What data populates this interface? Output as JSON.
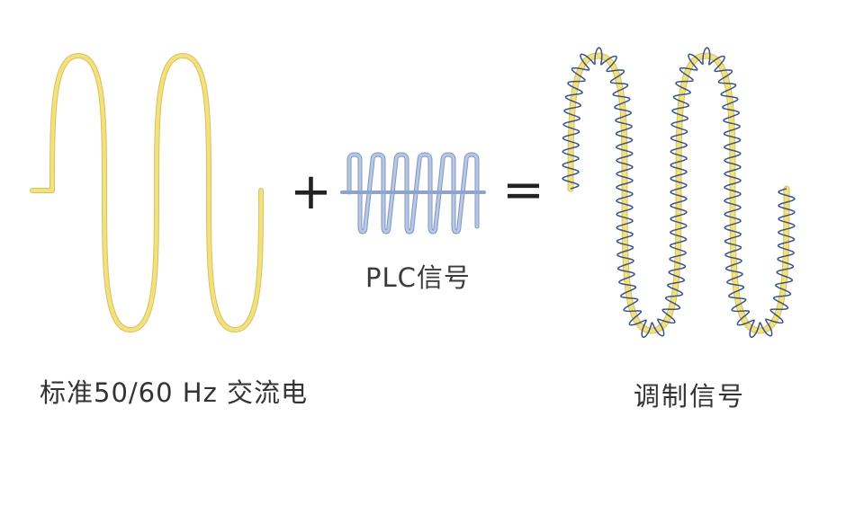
{
  "labels": {
    "ac": "标准50/60 Hz 交流电",
    "plc": "PLC信号",
    "modulated": "调制信号"
  },
  "operators": {
    "plus": "+",
    "equals": "="
  },
  "colors": {
    "sine_wave": "#f2de7a",
    "sine_wave_dark": "#d8c14f",
    "plc_signal": "#9fb4d6",
    "plc_signal_dark": "#6f86b3",
    "carrier_ripple": "#3c5484",
    "text": "#333333",
    "background": "#ffffff"
  }
}
